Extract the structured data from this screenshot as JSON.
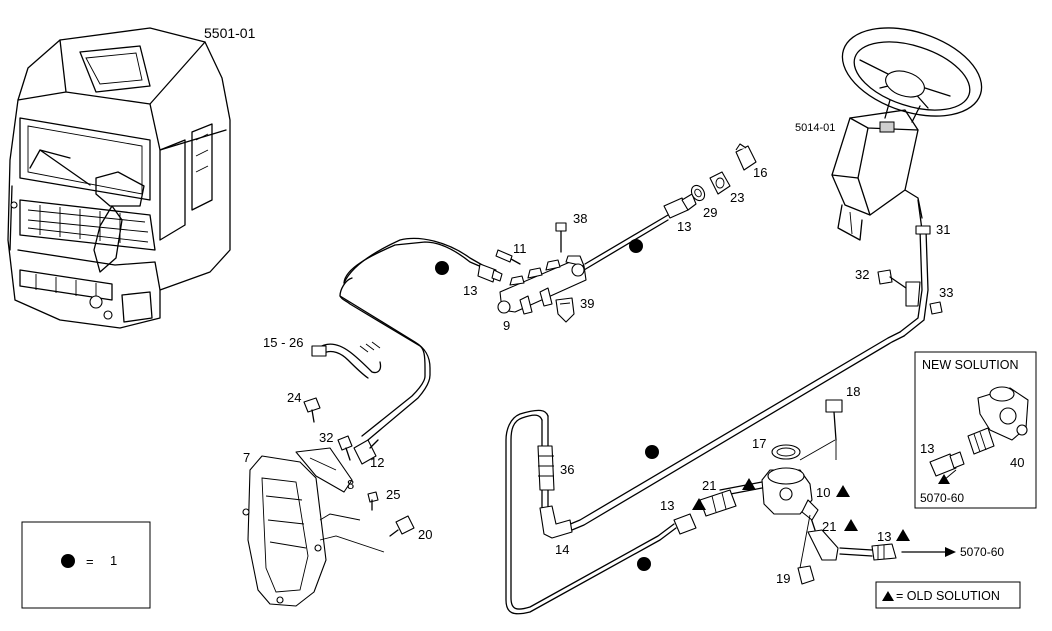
{
  "diagram": {
    "group_code": "5501-01",
    "ref_group": "5014-01",
    "labels": {
      "p16": "16",
      "p23": "23",
      "p29": "29",
      "p13a": "13",
      "p38": "38",
      "p11": "11",
      "p13b": "13",
      "p9": "9",
      "p39": "39",
      "p15_26": "15 - 26",
      "p24": "24",
      "p7": "7",
      "p32a": "32",
      "p12": "12",
      "p8": "8",
      "p25": "25",
      "p20": "20",
      "p31": "31",
      "p32b": "32",
      "p33": "33",
      "p18": "18",
      "p17": "17",
      "p36": "36",
      "p14": "14",
      "p10": "10",
      "p21a": "21",
      "p13c": "13",
      "p21b": "21",
      "p13d": "13",
      "p19": "19",
      "arrow_ref": "5070-60"
    },
    "new_solution": {
      "title": "NEW SOLUTION",
      "p13": "13",
      "p40": "40",
      "ref": "5070-60"
    },
    "legend_dot": {
      "equals": "=",
      "value": "1"
    },
    "legend_old": {
      "text": "= OLD SOLUTION"
    },
    "colors": {
      "line": "#000000",
      "background": "#ffffff",
      "dot": "#000000"
    }
  }
}
